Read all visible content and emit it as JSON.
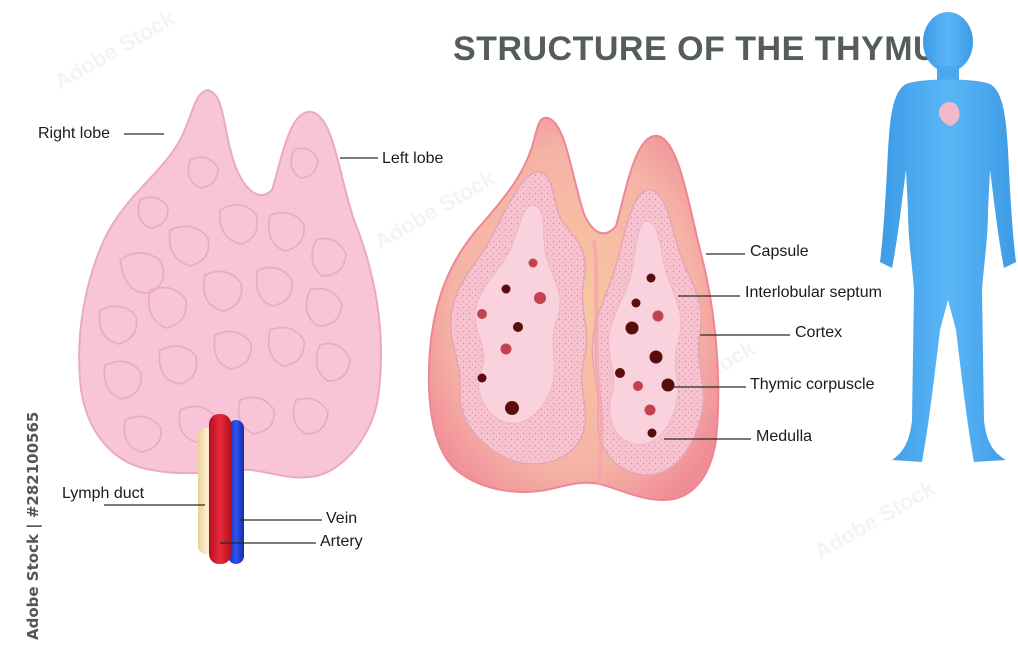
{
  "title": "STRUCTURE OF THE THYMUS",
  "labels": {
    "right_lobe": "Right lobe",
    "left_lobe": "Left lobe",
    "lymph_duct": "Lymph duct",
    "vein": "Vein",
    "artery": "Artery",
    "capsule": "Capsule",
    "interlobular_septum": "Interlobular septum",
    "cortex": "Cortex",
    "thymic_corpuscle": "Thymic corpuscle",
    "medulla": "Medulla"
  },
  "credit": "Adobe Stock | #282100565",
  "watermark": "Adobe Stock",
  "colors": {
    "gland_pink": "#f7c4d8",
    "gland_cell_line": "#e6a2bf",
    "section_outer": "#f3a3a3",
    "section_orange": "#f8c89a",
    "cortex_stipple": "#f3b6c4",
    "medulla_pink": "#f9d2dd",
    "corpuscle": "#5a0d0d",
    "corpuscle_light": "#c3424f",
    "vein": "#1e3dd6",
    "artery": "#d8192b",
    "lymph": "#f6e2b8",
    "human": "#4aa8ef",
    "human_heart": "#f1b9c7",
    "title_gray": "#555c5c"
  }
}
